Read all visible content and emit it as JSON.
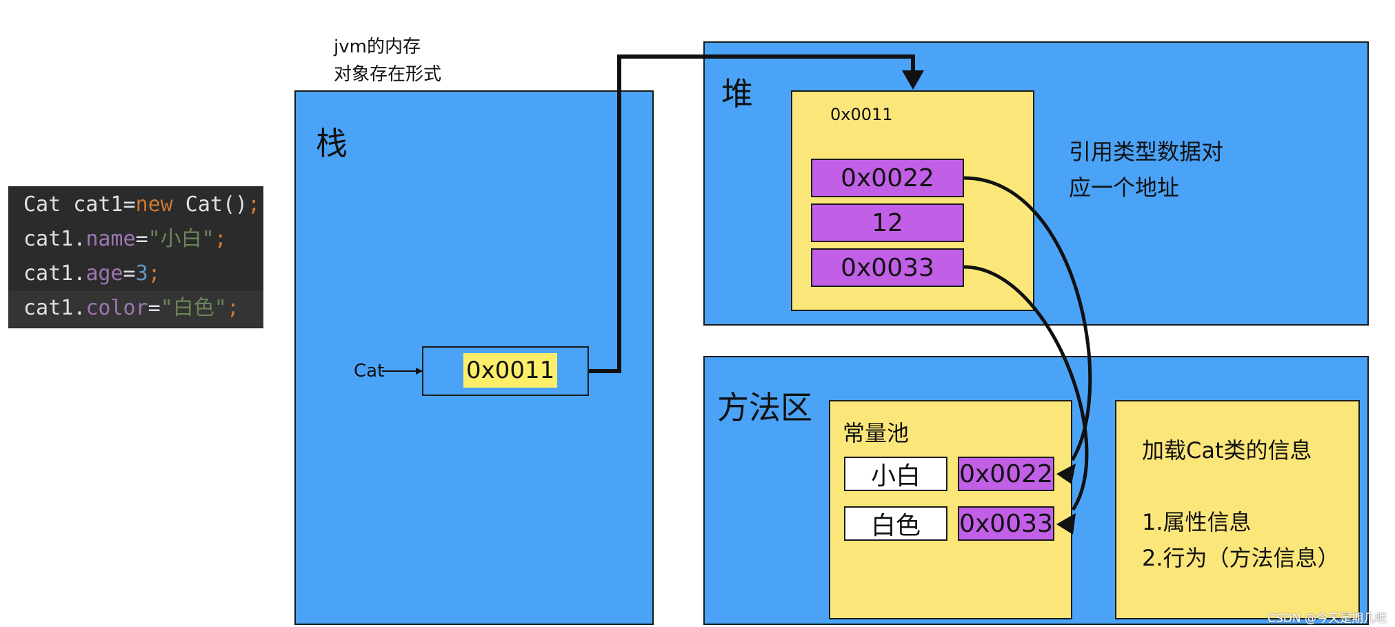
{
  "code": {
    "lines": [
      [
        {
          "t": "Cat cat1=",
          "c": "plain"
        },
        {
          "t": "new",
          "c": "kw"
        },
        {
          "t": " Cat()",
          "c": "plain"
        },
        {
          "t": ";",
          "c": "kw"
        }
      ],
      [
        {
          "t": "cat1.",
          "c": "plain"
        },
        {
          "t": "name",
          "c": "field"
        },
        {
          "t": "=",
          "c": "plain"
        },
        {
          "t": "\"小白\"",
          "c": "str"
        },
        {
          "t": ";",
          "c": "kw"
        }
      ],
      [
        {
          "t": "cat1.",
          "c": "plain"
        },
        {
          "t": "age",
          "c": "field"
        },
        {
          "t": "=",
          "c": "plain"
        },
        {
          "t": "3",
          "c": "num"
        },
        {
          "t": ";",
          "c": "kw"
        }
      ],
      [
        {
          "t": "cat1.",
          "c": "plain"
        },
        {
          "t": "color",
          "c": "field"
        },
        {
          "t": "=",
          "c": "plain"
        },
        {
          "t": "\"白色\"",
          "c": "str"
        },
        {
          "t": ";",
          "c": "kw"
        }
      ]
    ]
  },
  "caption": {
    "line1": "jvm的内存",
    "line2": "对象存在形式"
  },
  "stack": {
    "title": "栈",
    "var_label": "Cat",
    "ref_value": "0x0011"
  },
  "heap": {
    "title": "堆",
    "object": {
      "address": "0x0011",
      "fields": [
        "0x0022",
        "12",
        "0x0033"
      ]
    },
    "note_line1": "引用类型数据对",
    "note_line2": "应一个地址"
  },
  "method_area": {
    "title": "方法区",
    "constant_pool": {
      "title": "常量池",
      "entries": [
        {
          "value": "小白",
          "address": "0x0022"
        },
        {
          "value": "白色",
          "address": "0x0033"
        }
      ]
    },
    "class_info": {
      "title": "加载Cat类的信息",
      "line1": "1.属性信息",
      "line2": "2.行为（方法信息）"
    }
  },
  "watermark": "CSDN @今天是期几呢",
  "colors": {
    "region": "#4aa3f7",
    "object": "#fbe67a",
    "slot": "#c25fe7",
    "highlight": "#fdee6a"
  }
}
